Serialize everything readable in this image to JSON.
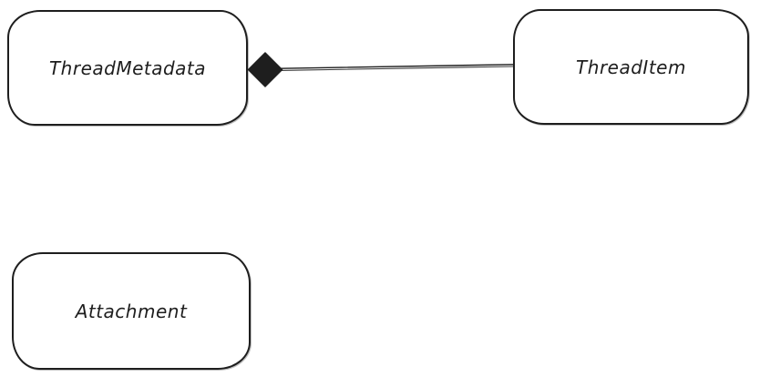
{
  "diagram": {
    "background_color": "#ffffff",
    "stroke_color": "#1e1e1e",
    "fill_color": "#ffffff",
    "nodes": [
      {
        "id": "thread-metadata",
        "label": "ThreadMetadata",
        "shape": "rounded-rectangle"
      },
      {
        "id": "thread-item",
        "label": "ThreadItem",
        "shape": "rounded-rectangle"
      },
      {
        "id": "attachment",
        "label": "Attachment",
        "shape": "rounded-rectangle"
      }
    ],
    "edges": [
      {
        "from": "ThreadMetadata",
        "to": "ThreadItem",
        "relationship": "composition",
        "marker": "filled-diamond",
        "marker_at": "ThreadMetadata-end",
        "line_style": "double-stroke"
      }
    ]
  }
}
